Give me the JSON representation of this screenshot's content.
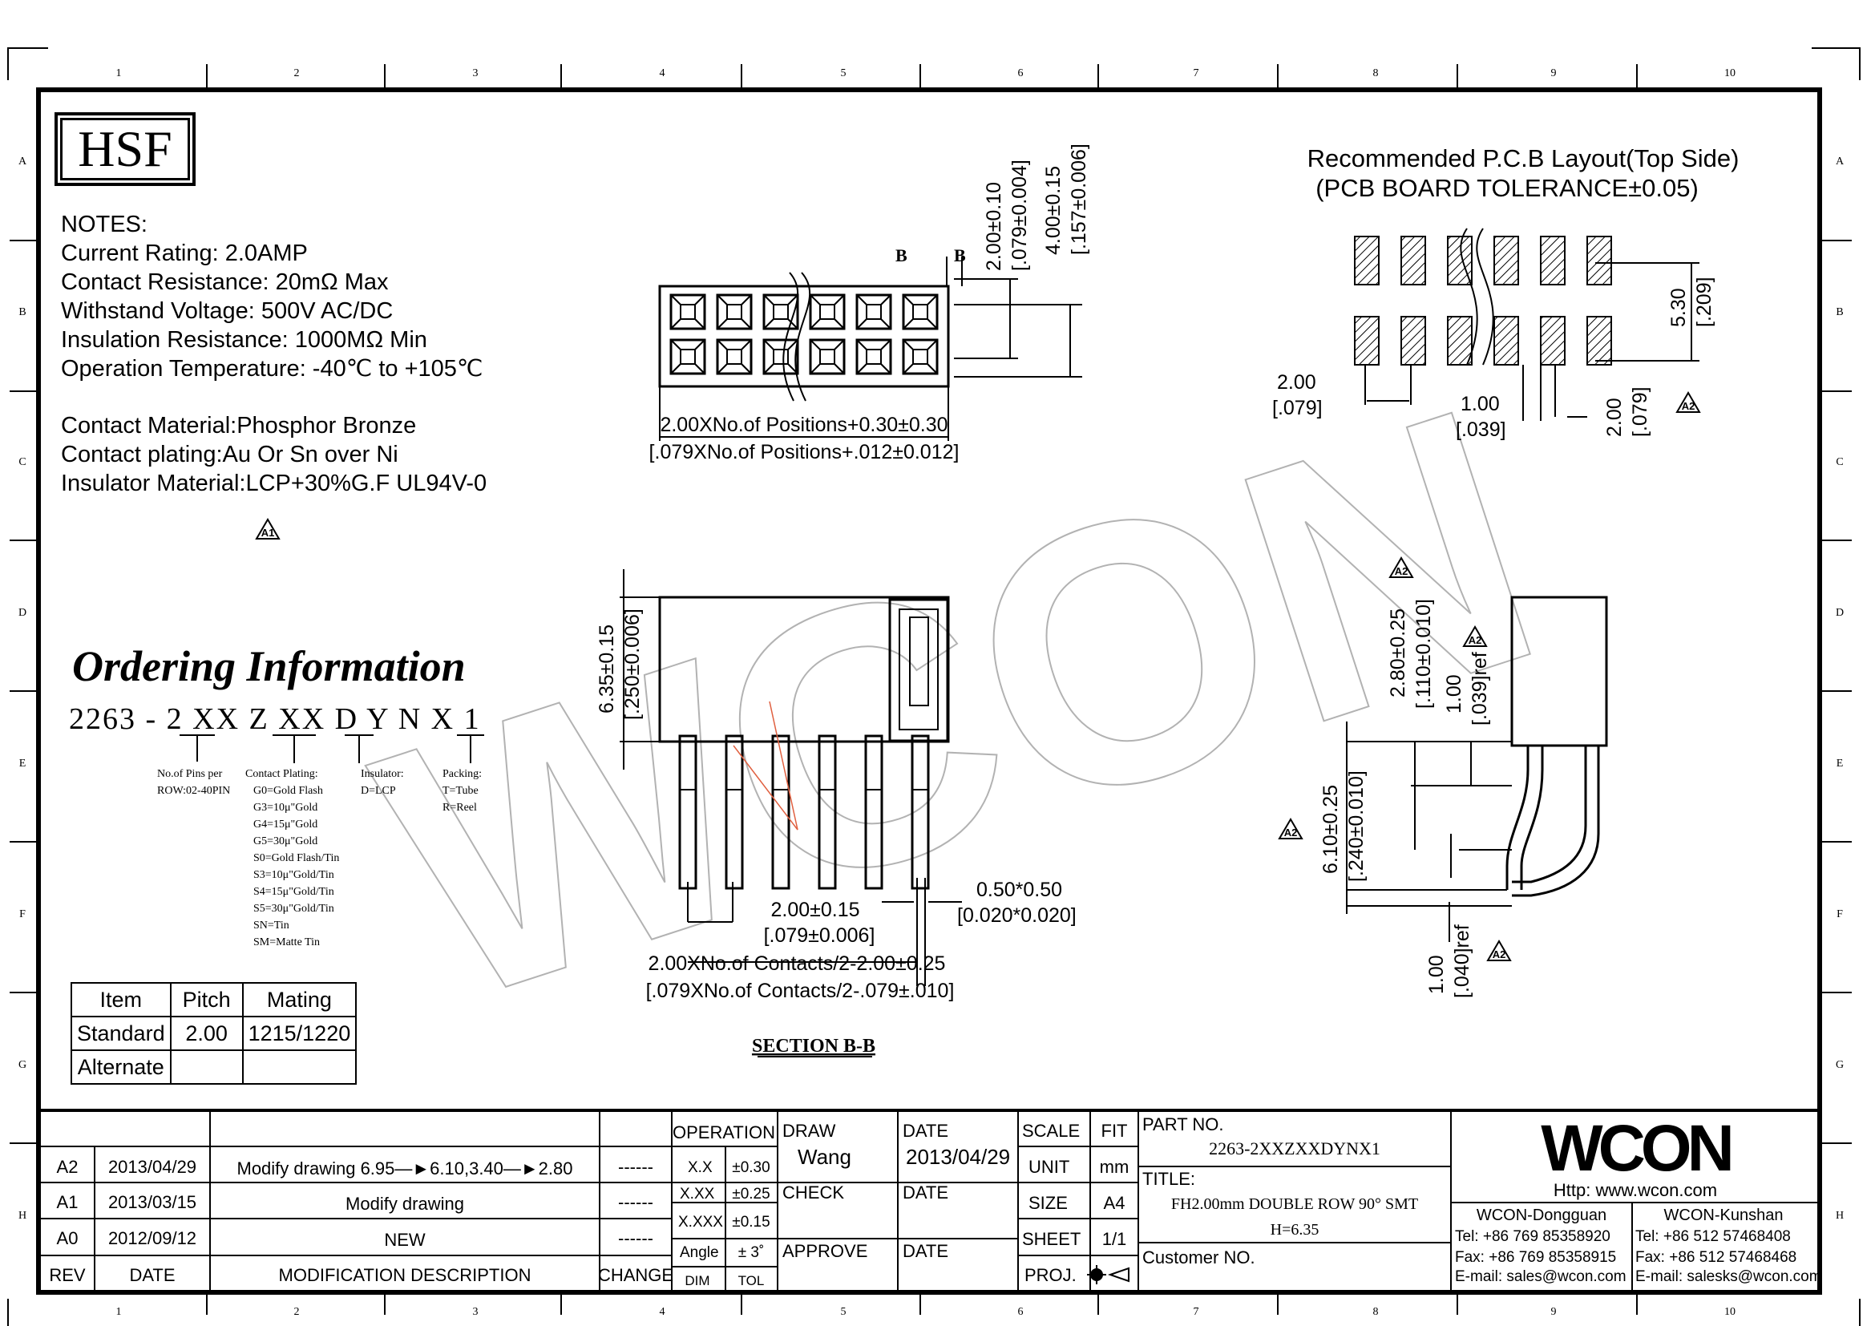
{
  "logo": {
    "hsf": "HSF",
    "wcon": "WCON"
  },
  "notes": [
    "NOTES:",
    "Current Rating: 2.0AMP",
    "Contact Resistance: 20mΩ Max",
    "Withstand Voltage: 500V AC/DC",
    "Insulation Resistance: 1000MΩ Min",
    "Operation Temperature: -40℃ to +105℃"
  ],
  "materials": [
    "Contact Material:Phosphor Bronze",
    "Contact plating:Au Or Sn over Ni",
    "Insulator Material:LCP+30%G.F UL94V-0"
  ],
  "ordering": {
    "title": "Ordering Information",
    "code": "2263 - 2 XX Z XX D Y N X 1",
    "pins_label": [
      "No.of Pins per",
      "ROW:02-40PIN"
    ],
    "plating_label": "Contact Plating:",
    "plating_options": [
      "G0=Gold Flash",
      "G3=10μ\"Gold",
      "G4=15μ\"Gold",
      "G5=30μ\"Gold",
      "S0=Gold Flash/Tin",
      "S3=10μ\"Gold/Tin",
      "S4=15μ\"Gold/Tin",
      "S5=30μ\"Gold/Tin",
      "SN=Tin",
      "SM=Matte Tin"
    ],
    "insulator_label": [
      "Insulator:",
      "D=LCP"
    ],
    "packing_label": [
      "Packing:",
      "T=Tube",
      "R=Reel"
    ]
  },
  "mating_table": {
    "headers": [
      "Item",
      "Pitch",
      "Mating"
    ],
    "rows": [
      [
        "Standard",
        "2.00",
        "1215/1220"
      ],
      [
        "Alternate",
        "",
        ""
      ]
    ]
  },
  "pcb_layout": {
    "title": "Recommended P.C.B Layout(Top Side)",
    "tolerance": "(PCB BOARD TOLERANCE±0.05)",
    "dim_pitch": [
      "2.00",
      "[.079]"
    ],
    "dim_pad_width": [
      "1.00",
      "[.039]"
    ],
    "dim_pad_len": [
      "2.00",
      "[.079]"
    ],
    "dim_row": [
      "5.30",
      "[.209]"
    ]
  },
  "top_view": {
    "section_mark": "B",
    "dim_length": [
      "2.00XNo.of Positions+0.30±0.30",
      "[.079XNo.of Positions+.012±0.012]"
    ],
    "dim_pitch": [
      "2.00±0.10",
      "[.079±0.004]"
    ],
    "dim_height": [
      "4.00±0.15",
      "[.157±0.006]"
    ]
  },
  "front_view": {
    "dim_height": [
      "6.35±0.15",
      "[.250±0.006]"
    ],
    "dim_pin": [
      "0.50*0.50",
      "[0.020*0.020]"
    ],
    "dim_pitch": [
      "2.00±0.15",
      "[.079±0.006]"
    ],
    "dim_span": [
      "2.00XNo.of Contacts/2-2.00±0.25",
      "[.079XNo.of Contacts/2-.079±.010]"
    ],
    "section_label": "SECTION B-B"
  },
  "side_view": {
    "dim_a": [
      "2.80±0.25",
      "[.110±0.010]"
    ],
    "dim_b": [
      "1.00",
      "[.039]ref"
    ],
    "dim_c": [
      "6.10±0.25",
      "[.240±0.010]"
    ],
    "dim_d": [
      "1.00",
      "[.040]ref"
    ]
  },
  "rev_marks": {
    "a1": "A1",
    "a2": "A2"
  },
  "grid": {
    "cols": [
      "1",
      "2",
      "3",
      "4",
      "5",
      "6",
      "7",
      "8",
      "9",
      "10"
    ],
    "rows": [
      "A",
      "B",
      "C",
      "D",
      "E",
      "F",
      "G",
      "H"
    ]
  },
  "title_block": {
    "revisions": [
      {
        "rev": "A2",
        "date": "2013/04/29",
        "desc": "Modify drawing 6.95—►6.10,3.40—►2.80",
        "change": "------"
      },
      {
        "rev": "A1",
        "date": "2013/03/15",
        "desc": "Modify drawing",
        "change": "------"
      },
      {
        "rev": "A0",
        "date": "2012/09/12",
        "desc": "NEW",
        "change": "------"
      }
    ],
    "rev_header": "REV",
    "date_header": "DATE",
    "desc_header": "MODIFICATION DESCRIPTION",
    "change_header": "CHANGE",
    "operation": "OPERATION",
    "tol_rows": [
      [
        "X.X",
        "±0.30"
      ],
      [
        "X.XX",
        "±0.25"
      ],
      [
        "X.XXX",
        "±0.15"
      ],
      [
        "Angle",
        "± 3˚"
      ]
    ],
    "dim_label": "DIM",
    "tol_label": "TOL",
    "draw": "DRAW",
    "drawer": "Wang",
    "check": "CHECK",
    "approve": "APPROVE",
    "date_label": "DATE",
    "draw_date": "2013/04/29",
    "scale": "SCALE",
    "fit": "FIT",
    "unit": "UNIT",
    "mm": "mm",
    "size": "SIZE",
    "a4": "A4",
    "sheet": "SHEET",
    "sheet_val": "1/1",
    "proj": "PROJ.",
    "part_no_label": "PART NO.",
    "part_no": "2263-2XXZXXDYNX1",
    "title_label": "TITLE:",
    "title_line1": "FH2.00mm DOUBLE ROW 90° SMT",
    "title_line2": "H=6.35",
    "customer": "Customer NO.",
    "website": "Http: www.wcon.com",
    "dg_name": "WCON-Dongguan",
    "dg_tel": "Tel: +86 769 85358920",
    "dg_fax": "Fax: +86 769 85358915",
    "dg_mail": "E-mail: sales@wcon.com",
    "ks_name": "WCON-Kunshan",
    "ks_tel": "Tel: +86 512 57468408",
    "ks_fax": "Fax: +86 512 57468468",
    "ks_mail": "E-mail: salesks@wcon.com"
  }
}
